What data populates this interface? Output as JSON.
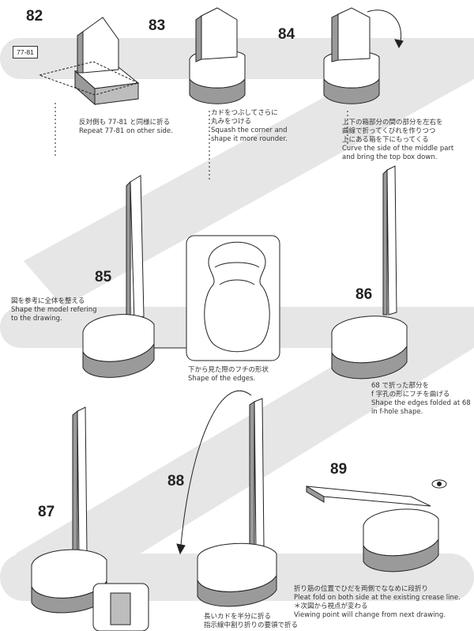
{
  "steps": {
    "s82": "82",
    "s83": "83",
    "s84": "84",
    "s85": "85",
    "s86": "86",
    "s87": "87",
    "s88": "88",
    "s89": "89"
  },
  "ref_box": "77-81",
  "captions": {
    "c82_jp": "反対側も 77-81 と同様に折る",
    "c82_en": "Repeat 77-81 on other side.",
    "c83_jp1": "カドをつぶしてさらに",
    "c83_jp2": "丸みをつける",
    "c83_en1": "Squash the corner and",
    "c83_en2": "shape it more rounder.",
    "c84_jp1": "上下の箱部分の間の部分を左右を",
    "c84_jp2": "曲線で折ってくびれを作りつつ",
    "c84_jp3": "上にある箱を下にもってくる",
    "c84_en1": "Curve the side of the middle part",
    "c84_en2": "and bring the top box down.",
    "c85_jp": "図を参考に全体を整える",
    "c85_en1": "Shape the model refering",
    "c85_en2": "to the drawing.",
    "cedge_jp": "下から見た際のフチの形状",
    "cedge_en": "Shape of the edges.",
    "c86_jp1": "68 で折った部分を",
    "c86_jp2": "f 字孔の形にフチを曲げる",
    "c86_en1": "Shape the edges folded at 68",
    "c86_en2": "in f-hole shape.",
    "c89_jp1": "折り筋の位置でひだを両側でななめに段折り",
    "c89_en1": "Pleat fold on both side at the existing crease line.",
    "c89_jp2": "＊次図から視点が変わる",
    "c89_en2": "Viewing point will change from next drawing.",
    "c88_jp1": "長いカドを半分に折る",
    "c88_jp2": "指示線中割り折りの要領で折る"
  },
  "colors": {
    "band": "#e6e6e6",
    "paper_gray": "#9a9a9a",
    "line": "#222222"
  }
}
